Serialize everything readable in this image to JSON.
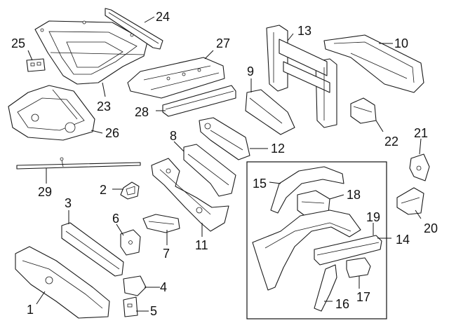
{
  "diagram": {
    "callouts": {
      "c1": "1",
      "c2": "2",
      "c3": "3",
      "c4": "4",
      "c5": "5",
      "c6": "6",
      "c7": "7",
      "c8": "8",
      "c9": "9",
      "c10": "10",
      "c11": "11",
      "c12": "12",
      "c13": "13",
      "c14": "14",
      "c15": "15",
      "c16": "16",
      "c17": "17",
      "c18": "18",
      "c19": "19",
      "c20": "20",
      "c21": "21",
      "c22": "22",
      "c23": "23",
      "c24": "24",
      "c25": "25",
      "c26": "26",
      "c27": "27",
      "c28": "28",
      "c29": "29"
    },
    "colors": {
      "line": "#1a1a1a",
      "background": "#ffffff"
    }
  }
}
